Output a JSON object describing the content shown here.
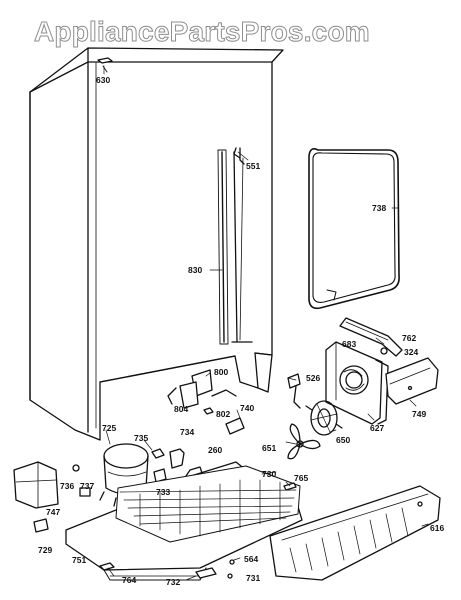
{
  "watermark": "AppliancePartsPros.com",
  "callouts": {
    "c630": "630",
    "c551": "551",
    "c738": "738",
    "c830": "830",
    "c762": "762",
    "c683": "683",
    "c324": "324",
    "c800": "800",
    "c526": "526",
    "c804": "804",
    "c802": "802",
    "c740": "740",
    "c749": "749",
    "c627": "627",
    "c650": "650",
    "c725": "725",
    "c735": "735",
    "c734": "734",
    "c651": "651",
    "c260": "260",
    "c730": "730",
    "c765": "765",
    "c736": "736",
    "c737": "737",
    "c733": "733",
    "c747": "747",
    "c616": "616",
    "c729": "729",
    "c751": "751",
    "c564": "564",
    "c764": "764",
    "c732": "732",
    "c731": "731"
  },
  "colors": {
    "line": "#111111",
    "watermark_outline": "#8e8e8e"
  }
}
